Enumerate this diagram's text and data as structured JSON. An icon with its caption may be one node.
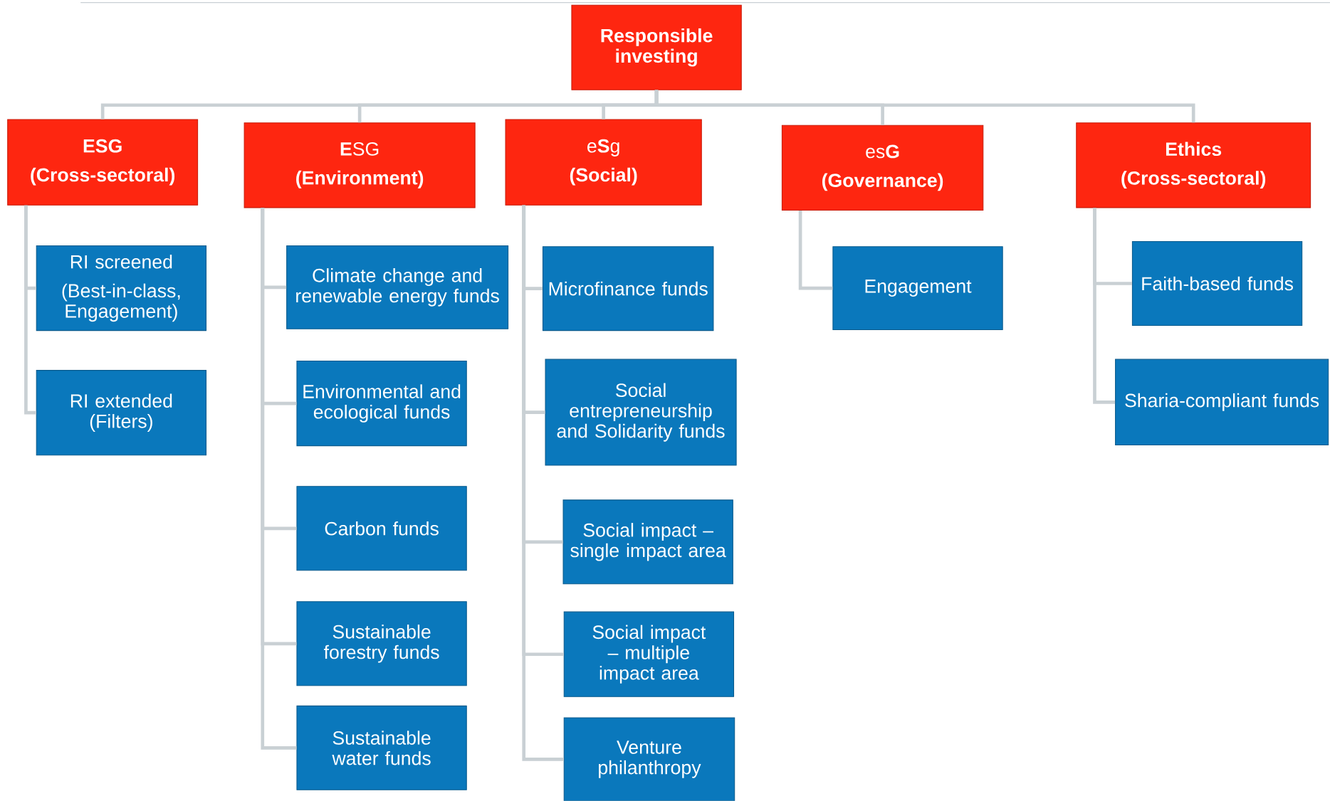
{
  "diagram": {
    "nodes": [
      {
        "text": [
          "Responsible investing"
        ]
      },
      {
        "text": [
          "ESG",
          "(Cross-sectoral)"
        ]
      },
      {
        "text": [
          "**E**SG",
          "(Environment)"
        ]
      },
      {
        "text": [
          "e**S**g",
          "(Social)"
        ]
      },
      {
        "text": [
          "es**G**",
          "(Governance)"
        ]
      },
      {
        "text": [
          "Ethics",
          "(Cross-sectoral)"
        ]
      },
      {
        "text": [
          "RI screened",
          "(Best-in-class, Engagement)"
        ]
      },
      {
        "text": [
          "RI extended (Filters)"
        ]
      },
      {
        "text": [
          "Climate change and renewable energy funds"
        ]
      },
      {
        "text": [
          "Environmental and ecological funds"
        ]
      },
      {
        "text": [
          "Carbon funds"
        ]
      },
      {
        "text": [
          "Sustainable forestry funds"
        ]
      },
      {
        "text": [
          "Sustainable water funds"
        ]
      },
      {
        "text": [
          "Microfinance funds"
        ]
      },
      {
        "text": [
          "Social entrepreneurship and Solidarity funds"
        ]
      },
      {
        "text": [
          "Social impact – single impact area"
        ]
      },
      {
        "text": [
          "Social impact – multiple impact area"
        ]
      },
      {
        "text": [
          "Venture philanthropy"
        ]
      },
      {
        "text": [
          "Engagement"
        ]
      },
      {
        "text": [
          "Faith-based funds"
        ]
      },
      {
        "text": [
          "Sharia-compliant funds"
        ]
      }
    ],
    "edges": [
      {
        "from": 0,
        "to": 1,
        "arrow": "none"
      },
      {
        "from": 0,
        "to": 2,
        "arrow": "none"
      },
      {
        "from": 0,
        "to": 3,
        "arrow": "none"
      },
      {
        "from": 0,
        "to": 4,
        "arrow": "none"
      },
      {
        "from": 0,
        "to": 5,
        "arrow": "none"
      },
      {
        "from": 1,
        "to": 6,
        "arrow": "none"
      },
      {
        "from": 1,
        "to": 7,
        "arrow": "none"
      },
      {
        "from": 2,
        "to": 8,
        "arrow": "none"
      },
      {
        "from": 2,
        "to": 9,
        "arrow": "none"
      },
      {
        "from": 2,
        "to": 10,
        "arrow": "none"
      },
      {
        "from": 2,
        "to": 11,
        "arrow": "none"
      },
      {
        "from": 2,
        "to": 12,
        "arrow": "none"
      },
      {
        "from": 3,
        "to": 13,
        "arrow": "none"
      },
      {
        "from": 3,
        "to": 14,
        "arrow": "none"
      },
      {
        "from": 3,
        "to": 15,
        "arrow": "none"
      },
      {
        "from": 3,
        "to": 16,
        "arrow": "none"
      },
      {
        "from": 3,
        "to": 17,
        "arrow": "none"
      },
      {
        "from": 4,
        "to": 18,
        "arrow": "none"
      },
      {
        "from": 5,
        "to": 19,
        "arrow": "none"
      },
      {
        "from": 5,
        "to": 20,
        "arrow": "none"
      }
    ]
  }
}
